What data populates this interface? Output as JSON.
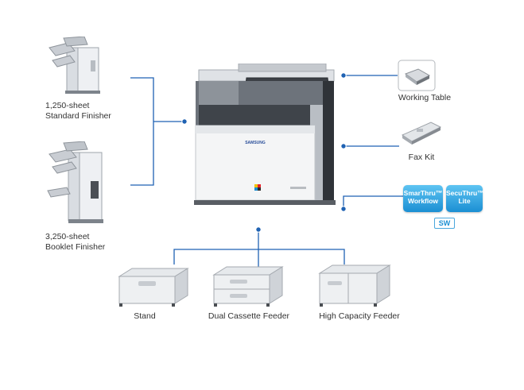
{
  "options": {
    "standard_finisher": {
      "line1": "1,250-sheet",
      "line2": "Standard Finisher"
    },
    "booklet_finisher": {
      "line1": "3,250-sheet",
      "line2": "Booklet Finisher"
    },
    "working_table": "Working Table",
    "fax_kit": "Fax Kit",
    "stand": "Stand",
    "dual_cassette_feeder": "Dual Cassette Feeder",
    "high_capacity_feeder": "High Capacity Feeder"
  },
  "software": {
    "smarthru": {
      "line1": "SmarThru™",
      "line2": "Workflow"
    },
    "secuthru": {
      "line1": "SecuThru™",
      "line2": "Lite"
    },
    "tag": "SW"
  },
  "printer": {
    "brand": "SAMSUNG"
  },
  "colors": {
    "connector": "#1f62b3",
    "accent": "#1b8fd3"
  }
}
